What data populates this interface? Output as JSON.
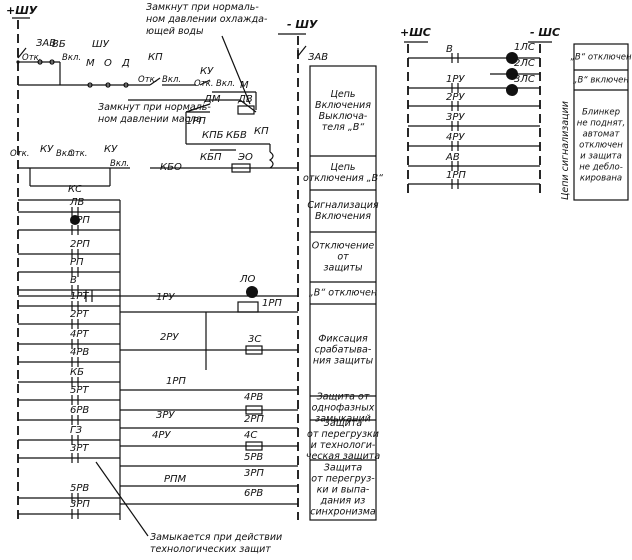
{
  "buses": {
    "left_plus": "+ШУ",
    "left_minus": "- ШУ",
    "right_plus": "+ШС",
    "right_minus": "- ШС",
    "left_breaker": "ЗАВ",
    "right_breaker": "ЗАВ"
  },
  "annotations": {
    "water_pressure": [
      "Замкнут при нормаль-",
      "ном давлении охлажда-",
      "ющей воды"
    ],
    "oil_pressure": [
      "Замкнут при нормаль-",
      "ном давлении масла"
    ],
    "tech_protection": [
      "Замыкается при действии",
      "технологических защит"
    ]
  },
  "top_labels": {
    "shu": "ШУ",
    "otk": "Отк.",
    "vkl": "Вкл.",
    "m": "М",
    "o": "О",
    "d": "Д",
    "kp": "КП",
    "ku": "КУ",
    "vb": "ВБ",
    "dv": "ДВ",
    "dm": "ДМ",
    "1rp": "1РП",
    "kpb": "КПБ",
    "kbv": "КБВ",
    "kbo": "КБО",
    "kbp": "КБП",
    "eo": "ЭО",
    "ks": "КС"
  },
  "left_rows": [
    "ЛВ",
    "1РП",
    "2РП",
    "РП",
    "В",
    "1РТ",
    "2РТ",
    "4РТ",
    "4РВ",
    "КБ",
    "5РТ",
    "6РВ",
    "ГЗ",
    "3РТ",
    "5РВ",
    "3РП"
  ],
  "mid_labels": {
    "lo": "ЛО",
    "1ru": "1РУ",
    "1rp": "1РП",
    "2ru": "2РУ",
    "3s": "3С",
    "1rp2": "1РП",
    "4rv": "4РВ",
    "3ru": "3РУ",
    "2rp": "2РП",
    "4ru": "4РУ",
    "4s": "4С",
    "5rv": "5РВ",
    "rpm": "РПМ",
    "3rp": "3РП",
    "6rv": "6РВ"
  },
  "func_boxes": [
    [
      "Цепь",
      "Включения",
      "Выключа-",
      "теля „В“"
    ],
    [
      "Цепь",
      "отключения „В“"
    ],
    [
      "Сигнализация",
      "Включения"
    ],
    [
      "Отключение",
      "от",
      "защиты"
    ],
    [
      "„В“ отключен"
    ],
    [
      "Фиксация",
      "срабатыва-",
      "ния защиты"
    ],
    [
      "Защита от",
      "однофазных",
      "замыканий"
    ],
    [
      "Защита",
      "от перегрузки",
      "и технологи-",
      "ческая защита"
    ],
    [
      "Защита",
      "от перегруз-",
      "ки и выпа-",
      "дания из",
      "синхронизма"
    ]
  ],
  "right_rows": [
    "В",
    "1РУ",
    "2РУ",
    "3РУ",
    "4РУ",
    "АВ",
    "1РП"
  ],
  "lamps": [
    "1ЛС",
    "2ЛС",
    "3ЛС"
  ],
  "right_boxes": [
    [
      "„В“ отключен"
    ],
    [
      "„В“ включен"
    ],
    [
      "Блинкер",
      "не поднят,",
      "автомат",
      "отключен",
      "и защита",
      "не дебло-",
      "кирована"
    ]
  ],
  "signal_title": "Цепи сигнализации"
}
